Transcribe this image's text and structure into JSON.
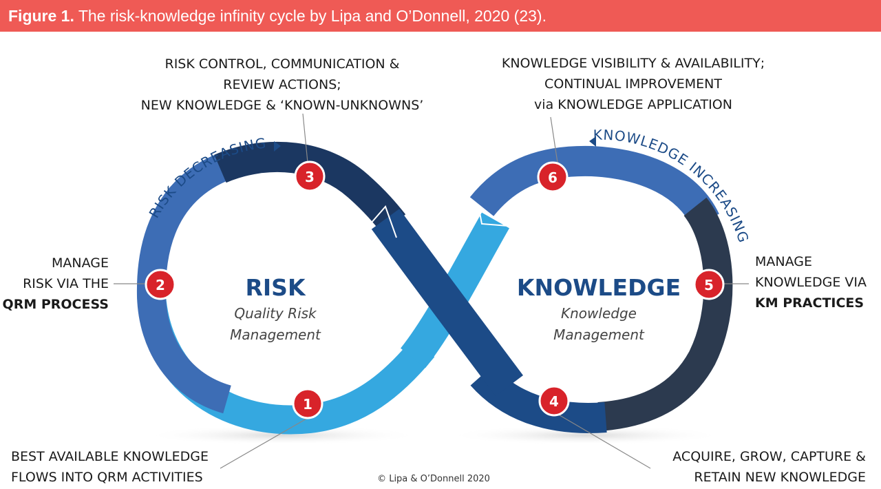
{
  "caption": {
    "figure_label": "Figure 1.",
    "text": "The risk-knowledge infinity cycle by Lipa and O’Donnell, 2020 (23)."
  },
  "arc_labels": {
    "risk_decreasing": "RISK DECREASING",
    "knowledge_increasing": "KNOWLEDGE INCREASING"
  },
  "centers": {
    "risk": {
      "title": "RISK",
      "line1": "Quality Risk",
      "line2": "Management"
    },
    "knowledge": {
      "title": "KNOWLEDGE",
      "line1": "Knowledge",
      "line2": "Management"
    }
  },
  "steps": [
    {
      "number": "1",
      "lines": [
        "BEST AVAILABLE KNOWLEDGE",
        "FLOWS INTO QRM ACTIVITIES"
      ]
    },
    {
      "number": "2",
      "lines": [
        "MANAGE",
        "RISK VIA THE"
      ],
      "bold": "QRM PROCESS"
    },
    {
      "number": "3",
      "lines": [
        "RISK CONTROL, COMMUNICATION &",
        "REVIEW ACTIONS;",
        "NEW KNOWLEDGE & ‘KNOWN-UNKNOWNS’"
      ]
    },
    {
      "number": "4",
      "lines": [
        "ACQUIRE, GROW, CAPTURE &",
        "RETAIN NEW KNOWLEDGE"
      ]
    },
    {
      "number": "5",
      "lines": [
        "MANAGE",
        "KNOWLEDGE VIA"
      ],
      "bold": "KM PRACTICES"
    },
    {
      "number": "6",
      "lines": [
        "KNOWLEDGE VISIBILITY & AVAILABILITY;",
        "CONTINUAL IMPROVEMENT",
        "via KNOWLEDGE APPLICATION"
      ]
    }
  ],
  "copyright": "© Lipa & O’Donnell 2020",
  "colors": {
    "caption_bg": "#ef5a55",
    "light_blue": "#35a8e0",
    "mid_blue": "#3d6db5",
    "dark_navy": "#1b3761",
    "deep_blue": "#1c4b87",
    "slate": "#2c3a4f",
    "marker_red": "#d8232a"
  }
}
